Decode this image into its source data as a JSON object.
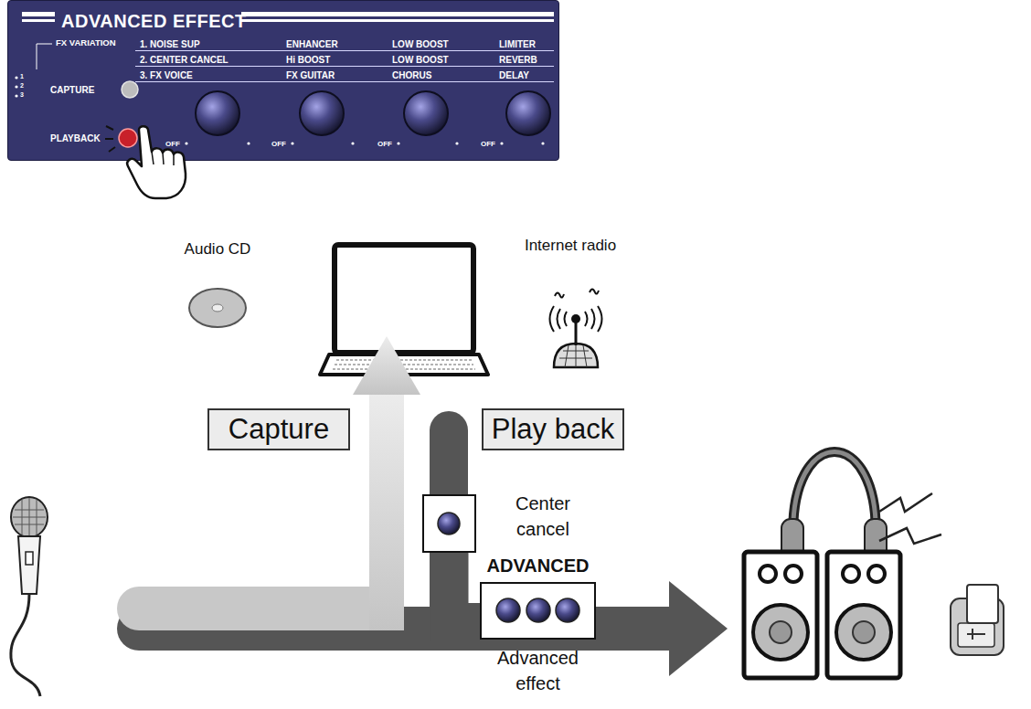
{
  "diagram": {
    "nodes": [
      {
        "text": [
          "ADVANCED EFFECT",
          "FX VARIATION",
          "1. NOISE SUP",
          "ENHANCER",
          "LOW BOOST",
          "LIMITER",
          "1",
          "2",
          "3",
          "2. CENTER CANCEL",
          "Hi BOOST",
          "LOW BOOST",
          "REVERB",
          "CAPTURE",
          "3. FX VOICE",
          "FX GUITAR",
          "CHORUS",
          "DELAY",
          "PLAYBACK",
          "OFF",
          "OFF",
          "OFF",
          "OFF"
        ]
      },
      {
        "text": [
          "Capture"
        ]
      },
      {
        "text": [
          "Play back"
        ]
      },
      {
        "text": [
          "Center cancel"
        ]
      },
      {
        "text": [
          "ADVANCED",
          "Advanced effect"
        ]
      }
    ],
    "edges": [
      {
        "from": 3,
        "to": 4,
        "arrow": "none"
      }
    ],
    "labels": [
      "Audio CD",
      "Internet radio"
    ]
  }
}
